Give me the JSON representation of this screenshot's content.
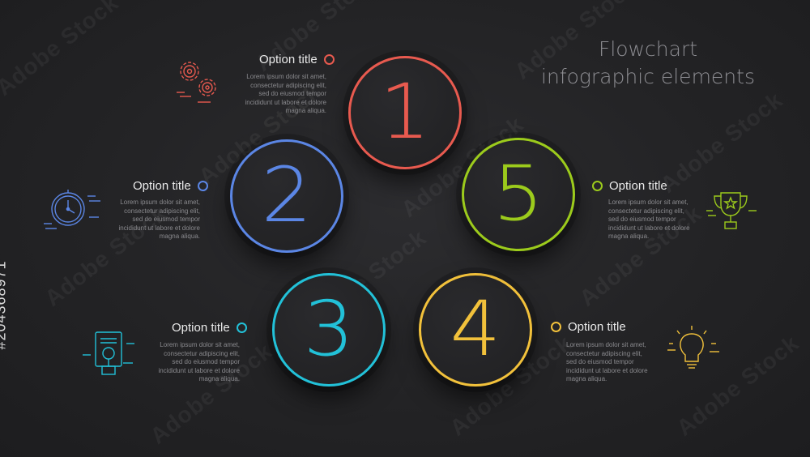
{
  "headline": {
    "line1": "Flowchart",
    "line2": "infographic elements"
  },
  "watermark": "Adobe Stock",
  "stock_id": "#204368971",
  "steps": [
    {
      "number": "1",
      "title": "Option title",
      "color": "#e85a4f",
      "icon": "gears-icon",
      "body": [
        "Lorem ipsum dolor sit amet,",
        "consectetur adipiscing elit,",
        "sed do eiusmod tempor",
        "incididunt ut labore et dolore",
        "magna aliqua."
      ]
    },
    {
      "number": "2",
      "title": "Option title",
      "color": "#5b86e5",
      "icon": "clock-icon",
      "body": [
        "Lorem ipsum dolor sit amet,",
        "consectetur adipiscing elit,",
        "sed do eiusmod tempor",
        "incididunt ut labore et dolore",
        "magna aliqua."
      ]
    },
    {
      "number": "3",
      "title": "Option title",
      "color": "#22c1d8",
      "icon": "document-search-icon",
      "body": [
        "Lorem ipsum dolor sit amet,",
        "consectetur adipiscing elit,",
        "sed do eiusmod tempor",
        "incididunt ut labore et dolore",
        "magna aliqua."
      ]
    },
    {
      "number": "4",
      "title": "Option title",
      "color": "#f2c13b",
      "icon": "lightbulb-icon",
      "body": [
        "Lorem ipsum dolor sit amet,",
        "consectetur adipiscing elit,",
        "sed do eiusmod tempor",
        "incididunt ut labore et dolore",
        "magna aliqua."
      ]
    },
    {
      "number": "5",
      "title": "Option title",
      "color": "#9ccb1c",
      "icon": "trophy-icon",
      "body": [
        "Lorem ipsum dolor sit amet,",
        "consectetur adipiscing elit,",
        "sed do eiusmod tempor",
        "incididunt ut labore et dolore",
        "magna aliqua."
      ]
    }
  ]
}
